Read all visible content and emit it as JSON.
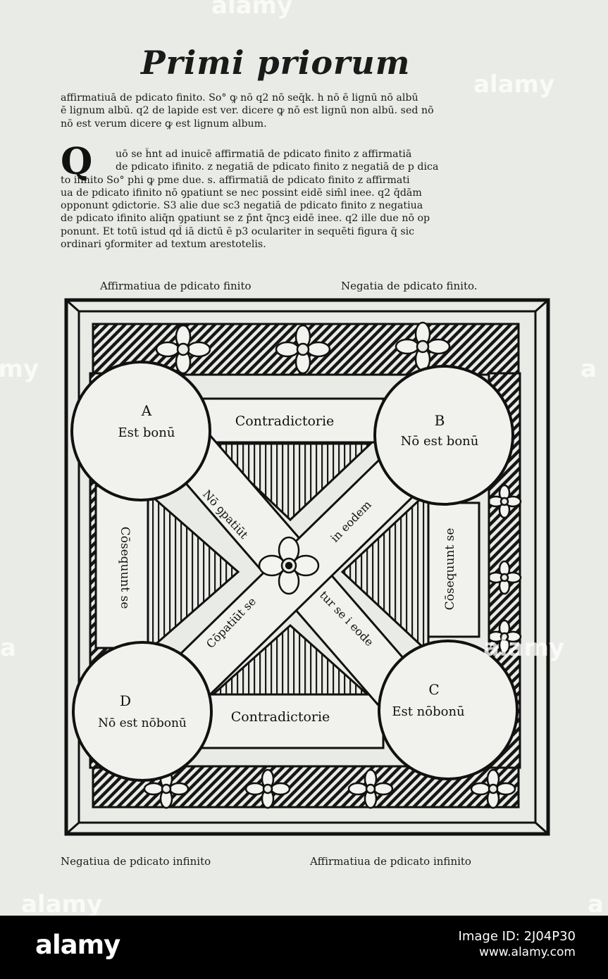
{
  "page": {
    "heading": "Primi priorum",
    "paragraph1": [
      "affirmatiuā de pdicato finito. So° ꝙ nō q2 nō seq̄k. h nō ē lignū nō albū",
      "ē lignum albū. q2 de lapide est ver. dicere ꝙ nō est lignū non albū. sed nō",
      "nō est verum dicere ꝙ est lignum album."
    ],
    "initial": "Q",
    "paragraph2": [
      "uō se h̄nt ad inuicē affirmatiā de pdicato finito z affirmatiā",
      "de pdicato ifinito. z negatiā de pdicato finito z negatiā de p dica",
      "to ifinito So° phi ꝙ pme due. s. affirmatiā de pdicato finito z affirmati",
      "ua de pdicato ifinito nō ꝯpatiunt se nec possint eidē sim̄l inee. q2 q̄dām",
      "opponunt ꝯdictorie. S3 alie due sc3 negatiā de pdicato finito z negatiua",
      "de pdicato ifinito aliq̄n ꝯpatiunt se z p̄nt q̄ncꝫ eidē inee. q2 ille due nō op",
      "ponunt. Et totū istud qd̄ iā dictū ē p3 oculariter in sequēti figura q̄ sic",
      "ordinari ꝯformiter ad textum arestotelis."
    ],
    "caption_top_left": "Affirmatiua de pdicato finito",
    "caption_top_right": "Negatia de pdicato finito.",
    "caption_bottom_left": "Negatiua de pdicato infinito",
    "caption_bottom_right": "Affirmatiua de pdicato infinito"
  },
  "diagram": {
    "circle_a": {
      "letter": "A",
      "text": "Est bonū"
    },
    "circle_b": {
      "letter": "B",
      "text": "Nō est bonū"
    },
    "circle_c": {
      "letter": "C",
      "text": "Est nōbonū"
    },
    "circle_d": {
      "letter": "D",
      "text": "Nō est nōbonū"
    },
    "top_band": "Contradictorie",
    "bottom_band": "Contradictorie",
    "left_band": "Cōsequunt se",
    "right_band": "Cōsequunt se",
    "diag_a_upper": "Nō ꝯpatiūt",
    "diag_b_upper": "in eodem",
    "diag_d_lower": "Cōpatiūt se",
    "diag_c_lower": "tur se i eode"
  },
  "watermarks": [
    "alamy",
    "alamy",
    "alamy",
    "alamy",
    "alamy",
    "a",
    "a",
    "a"
  ],
  "footer": {
    "logo": "alamy",
    "image_id": "Image ID: 2J04P30",
    "url": "www.alamy.com"
  }
}
